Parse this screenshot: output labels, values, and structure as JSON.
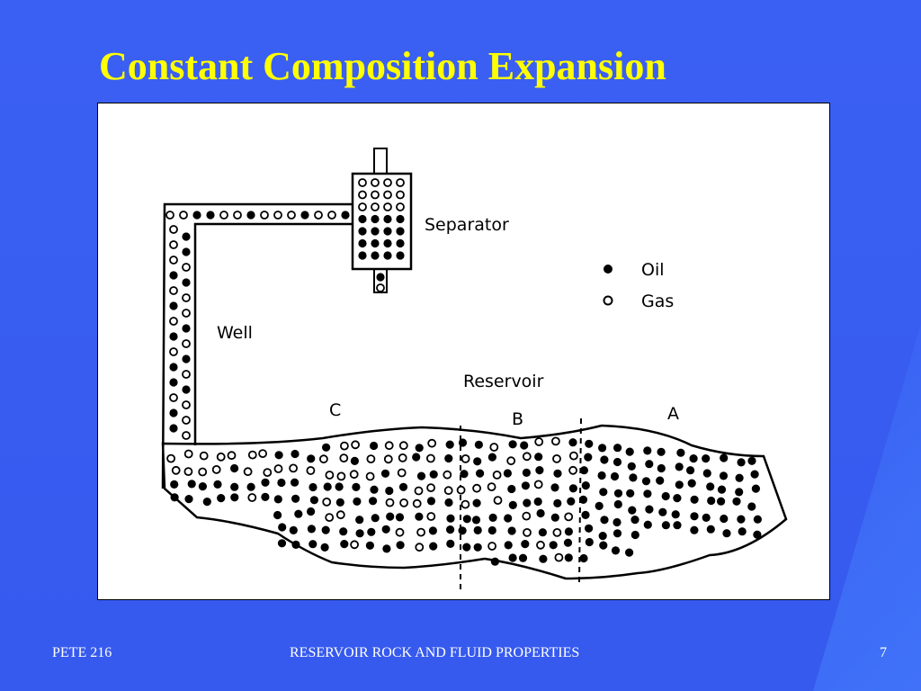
{
  "slide": {
    "title": "Constant Composition Expansion",
    "background_color": "#3a5ef2",
    "title_color": "#ffff00"
  },
  "diagram": {
    "labels": {
      "separator": "Separator",
      "well": "Well",
      "reservoir": "Reservoir",
      "zone_a": "A",
      "zone_b": "B",
      "zone_c": "C"
    },
    "legend": [
      {
        "symbol": "filled-dot",
        "label": "Oil"
      },
      {
        "symbol": "hollow-dot",
        "label": "Gas"
      }
    ]
  },
  "footer": {
    "course": "PETE 216",
    "subject": "RESERVOIR ROCK AND FLUID PROPERTIES",
    "page_number": "7"
  }
}
